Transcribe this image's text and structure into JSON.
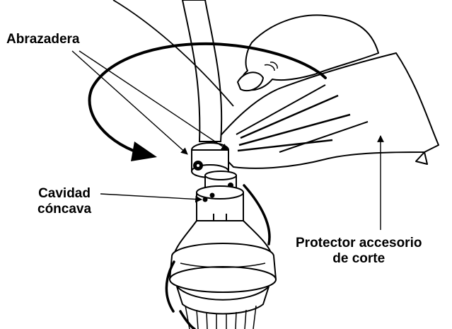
{
  "labels": {
    "clamp": "Abrazadera",
    "cavity_line1": "Cavidad",
    "cavity_line2": "cóncava",
    "guard_line1": "Protector accesorio",
    "guard_line2": "de corte"
  },
  "colors": {
    "ink": "#000000",
    "paper": "#ffffff"
  }
}
